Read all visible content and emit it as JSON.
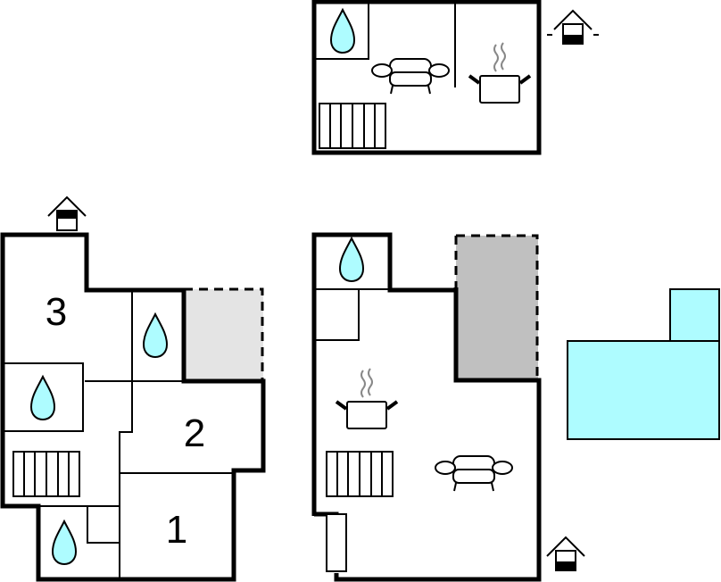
{
  "plan": {
    "rooms": [
      {
        "label": "3"
      },
      {
        "label": "2"
      },
      {
        "label": "1"
      }
    ],
    "icons": [
      "water-drop-icon",
      "sofa-icon",
      "cooking-pot-icon",
      "stairs-icon",
      "house-entrance-icon",
      "pool-icon"
    ],
    "colors": {
      "water": "#aefcff",
      "terrace_light": "#e4e4e4",
      "terrace_dark": "#c0c0c0",
      "wall": "#000000"
    }
  }
}
